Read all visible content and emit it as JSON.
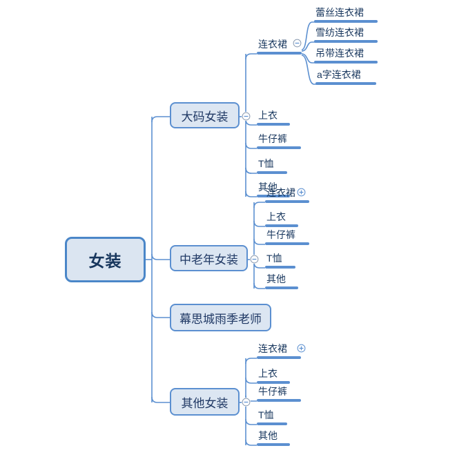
{
  "diagram": {
    "type": "mindmap",
    "title": "女装",
    "colors": {
      "root_fill": "#dbe5f1",
      "root_border": "#4a86c8",
      "node_fill": "#dce6f2",
      "node_border": "#5b8fd0",
      "bar": "#5b8fd0",
      "edge": "#5b8fd0",
      "text": "#17365d",
      "background": "#ffffff"
    },
    "root": {
      "label": "女装",
      "toggle": ""
    },
    "branches": [
      {
        "label": "大码女装",
        "toggle": "collapse-icon",
        "toggle_glyph": "−",
        "children": [
          {
            "label": "连衣裙",
            "toggle": "collapse-icon",
            "toggle_glyph": "−",
            "children": [
              {
                "label": "蕾丝连衣裙",
                "toggle": ""
              },
              {
                "label": "雪纺连衣裙",
                "toggle": ""
              },
              {
                "label": "吊带连衣裙",
                "toggle": ""
              },
              {
                "label": "a字连衣裙",
                "toggle": ""
              }
            ]
          },
          {
            "label": "上衣",
            "toggle": "",
            "children": []
          },
          {
            "label": "牛仔裤",
            "toggle": "",
            "children": []
          },
          {
            "label": "T恤",
            "toggle": "",
            "children": []
          },
          {
            "label": "其他",
            "toggle": "",
            "children": []
          }
        ]
      },
      {
        "label": "中老年女装",
        "toggle": "collapse-icon",
        "toggle_glyph": "−",
        "children": [
          {
            "label": "连衣裙",
            "toggle": "expand-icon",
            "toggle_glyph": "+",
            "children": []
          },
          {
            "label": "上衣",
            "toggle": "",
            "children": []
          },
          {
            "label": "牛仔裤",
            "toggle": "",
            "children": []
          },
          {
            "label": "T恤",
            "toggle": "",
            "children": []
          },
          {
            "label": "其他",
            "toggle": "",
            "children": []
          }
        ]
      },
      {
        "label": "幕思城雨季老师",
        "toggle": "",
        "children": []
      },
      {
        "label": "其他女装",
        "toggle": "collapse-icon",
        "toggle_glyph": "−",
        "children": [
          {
            "label": "连衣裙",
            "toggle": "expand-icon",
            "toggle_glyph": "+",
            "children": []
          },
          {
            "label": "上衣",
            "toggle": "",
            "children": []
          },
          {
            "label": "牛仔裤",
            "toggle": "",
            "children": []
          },
          {
            "label": "T恤",
            "toggle": "",
            "children": []
          },
          {
            "label": "其他",
            "toggle": "",
            "children": []
          }
        ]
      }
    ]
  },
  "nodes": {
    "root": {
      "label": "女装"
    },
    "b0": {
      "label": "大码女装"
    },
    "b1": {
      "label": "中老年女装"
    },
    "b2": {
      "label": "幕思城雨季老师"
    },
    "b3": {
      "label": "其他女装"
    },
    "b0c0": {
      "label": "连衣裙"
    },
    "b0c1": {
      "label": "上衣"
    },
    "b0c2": {
      "label": "牛仔裤"
    },
    "b0c3": {
      "label": "T恤"
    },
    "b0c4": {
      "label": "其他"
    },
    "b0c0g0": {
      "label": "蕾丝连衣裙"
    },
    "b0c0g1": {
      "label": "雪纺连衣裙"
    },
    "b0c0g2": {
      "label": "吊带连衣裙"
    },
    "b0c0g3": {
      "label": "a字连衣裙"
    },
    "b1c0": {
      "label": "连衣裙"
    },
    "b1c1": {
      "label": "上衣"
    },
    "b1c2": {
      "label": "牛仔裤"
    },
    "b1c3": {
      "label": "T恤"
    },
    "b1c4": {
      "label": "其他"
    },
    "b3c0": {
      "label": "连衣裙"
    },
    "b3c1": {
      "label": "上衣"
    },
    "b3c2": {
      "label": "牛仔裤"
    },
    "b3c3": {
      "label": "T恤"
    },
    "b3c4": {
      "label": "其他"
    }
  }
}
